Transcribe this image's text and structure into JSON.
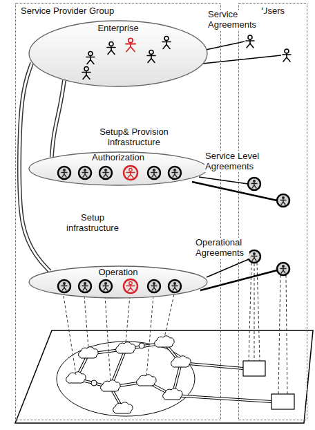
{
  "diagram": {
    "nodes": [
      {
        "text": [
          "Service Provider Group"
        ]
      },
      {
        "text": [
          "Users"
        ]
      },
      {
        "text": [
          "Enterprise"
        ],
        "in": 0
      },
      {
        "text": [
          "Authorization"
        ],
        "in": 0
      },
      {
        "text": [
          "Operation"
        ],
        "in": 0
      }
    ],
    "edges": [
      {
        "from": 2,
        "to": 3,
        "arrow": "none",
        "label": "Setup& Provision infrastructure"
      },
      {
        "from": 2,
        "to": 4,
        "arrow": "none",
        "label": "Setup infrastructure"
      }
    ],
    "labels": [
      "Service Agreements",
      "Service Level Agreements",
      "Operational Agreements"
    ]
  }
}
